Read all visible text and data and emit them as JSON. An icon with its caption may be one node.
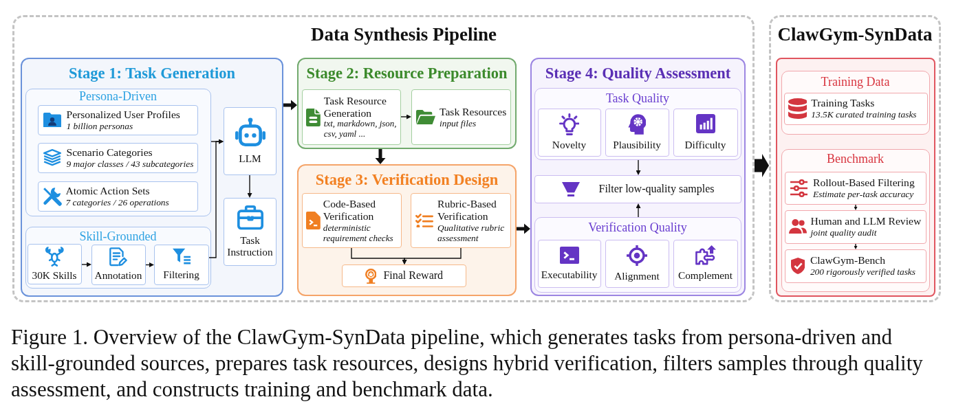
{
  "diagram": {
    "caption": "Figure 1. Overview of the ClawGym-SynData pipeline, which generates tasks from persona-driven and skill-grounded sources, prepares task resources, designs hybrid verification, filters samples through quality assessment, and constructs training and benchmark data.",
    "nodes": [
      {
        "text": [
          "Data Synthesis Pipeline"
        ]
      },
      {
        "text": [
          "Stage 1: Task Generation"
        ],
        "in": 0
      },
      {
        "text": [
          "Persona-Driven"
        ],
        "in": 1
      },
      {
        "text": [
          "Personalized User Profiles",
          "1 billion personas"
        ],
        "in": 2
      },
      {
        "text": [
          "Scenario Categories",
          "9 major classes / 43 subcategories"
        ],
        "in": 2
      },
      {
        "text": [
          "Atomic Action Sets",
          "7 categories / 26 operations"
        ],
        "in": 2
      },
      {
        "text": [
          "Skill-Grounded"
        ],
        "in": 1
      },
      {
        "text": [
          "30K Skills"
        ],
        "in": 6
      },
      {
        "text": [
          "Annotation"
        ],
        "in": 6
      },
      {
        "text": [
          "Filtering"
        ],
        "in": 6
      },
      {
        "text": [
          "LLM"
        ],
        "in": 1
      },
      {
        "text": [
          "Task Instruction"
        ],
        "in": 1
      },
      {
        "text": [
          "Stage 2: Resource Preparation"
        ],
        "in": 0
      },
      {
        "text": [
          "Task Resource Generation",
          "txt, markdown, json, csv, yaml ..."
        ],
        "in": 12
      },
      {
        "text": [
          "Task Resources",
          "input files"
        ],
        "in": 12
      },
      {
        "text": [
          "Stage 3: Verification Design"
        ],
        "in": 0
      },
      {
        "text": [
          "Code-Based Verification",
          "deterministic requirement checks"
        ],
        "in": 15
      },
      {
        "text": [
          "Rubric-Based Verification",
          "Qualitative rubric assessment"
        ],
        "in": 15
      },
      {
        "text": [
          "Final Reward"
        ],
        "in": 15
      },
      {
        "text": [
          "Stage 4: Quality Assessment"
        ],
        "in": 0
      },
      {
        "text": [
          "Task Quality"
        ],
        "in": 19
      },
      {
        "text": [
          "Novelty"
        ],
        "in": 20
      },
      {
        "text": [
          "Plausibility"
        ],
        "in": 20
      },
      {
        "text": [
          "Difficulty"
        ],
        "in": 20
      },
      {
        "text": [
          "Filter low-quality samples"
        ],
        "in": 19
      },
      {
        "text": [
          "Verification Quality"
        ],
        "in": 19
      },
      {
        "text": [
          "Executability"
        ],
        "in": 25
      },
      {
        "text": [
          "Alignment"
        ],
        "in": 25
      },
      {
        "text": [
          "Complement"
        ],
        "in": 25
      },
      {
        "text": [
          "ClawGym-SynData"
        ]
      },
      {
        "text": [],
        "shape": "box",
        "in": 29
      },
      {
        "text": [
          "Training Data"
        ],
        "in": 30
      },
      {
        "text": [
          "Training Tasks",
          "13.5K curated training tasks"
        ],
        "in": 31
      },
      {
        "text": [
          "Benchmark"
        ],
        "in": 30
      },
      {
        "text": [
          "Rollout-Based Filtering",
          "Estimate per-task accuracy"
        ],
        "in": 33
      },
      {
        "text": [
          "Human and LLM Review",
          "joint quality audit"
        ],
        "in": 33
      },
      {
        "text": [
          "ClawGym-Bench",
          "200 rigorously verified tasks"
        ],
        "in": 33
      }
    ],
    "edges": [
      {
        "from": 7,
        "to": 8,
        "arrow": "to"
      },
      {
        "from": 8,
        "to": 9,
        "arrow": "to"
      },
      {
        "from": 2,
        "to": 10,
        "arrow": "to"
      },
      {
        "from": 9,
        "to": 10,
        "arrow": "to"
      },
      {
        "from": 10,
        "to": 11,
        "arrow": "to"
      },
      {
        "from": 1,
        "to": 12,
        "arrow": "to",
        "style": "thick"
      },
      {
        "from": 13,
        "to": 14,
        "arrow": "to"
      },
      {
        "from": 12,
        "to": 15,
        "arrow": "to",
        "style": "thick"
      },
      {
        "from": 16,
        "to": 18,
        "arrow": "to"
      },
      {
        "from": 17,
        "to": 18,
        "arrow": "to"
      },
      {
        "from": 15,
        "to": 19,
        "arrow": "to",
        "style": "thick"
      },
      {
        "from": 20,
        "to": 24,
        "arrow": "to"
      },
      {
        "from": 25,
        "to": 24,
        "arrow": "to"
      },
      {
        "from": 0,
        "to": 29,
        "arrow": "to",
        "style": "thick"
      },
      {
        "from": 34,
        "to": 35,
        "arrow": "to"
      },
      {
        "from": 35,
        "to": 36,
        "arrow": "to"
      }
    ]
  }
}
